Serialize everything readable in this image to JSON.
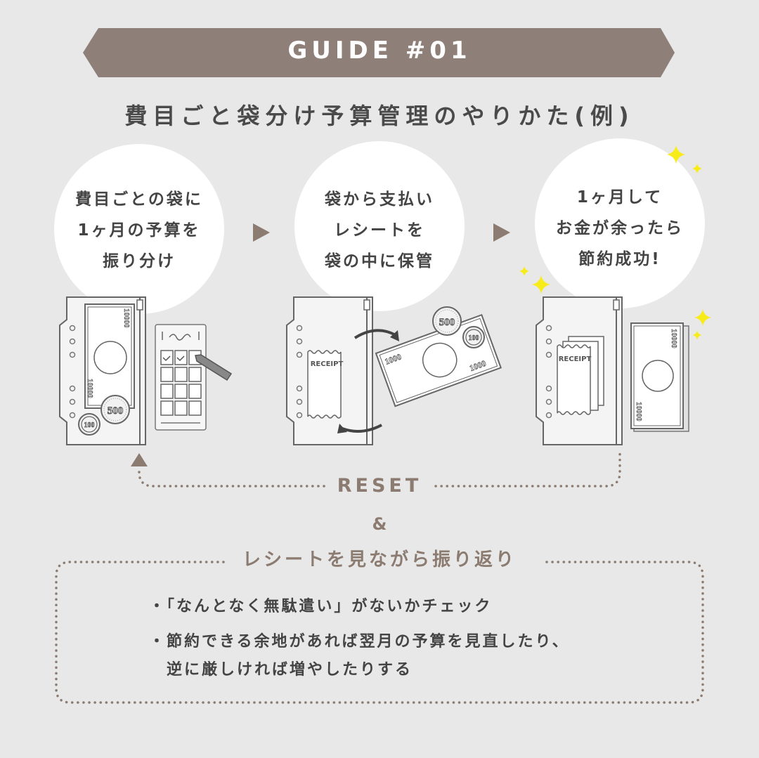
{
  "banner": {
    "title": "GUIDE #01"
  },
  "subtitle": "費目ごと袋分け予算管理のやりかた(例)",
  "steps": [
    {
      "lines": [
        "費目ごとの袋に",
        "1ヶ月の予算を",
        "振り分け"
      ]
    },
    {
      "lines": [
        "袋から支払い",
        "レシートを",
        "袋の中に保管"
      ]
    },
    {
      "lines": [
        "1ヶ月して",
        "お金が余ったら",
        "節約成功!"
      ]
    }
  ],
  "illustrations": {
    "bill_10000": "10000",
    "bill_1000": "1000",
    "coin_500": "500",
    "coin_100": "100",
    "receipt": "RECEIPT"
  },
  "reset": {
    "label": "RESET",
    "amp": "&"
  },
  "review": {
    "title": "レシートを見ながら振り返り",
    "bullets": [
      "・「なんとなく無駄遣い」がないかチェック",
      "・節約できる余地があれば翌月の予算を見直したり、",
      "　逆に厳しければ増やしたりする"
    ]
  },
  "colors": {
    "background": "#e8e8e8",
    "banner": "#8e8078",
    "accent": "#8b7b70",
    "sparkle": "#f7ec1a",
    "text": "#444444"
  }
}
